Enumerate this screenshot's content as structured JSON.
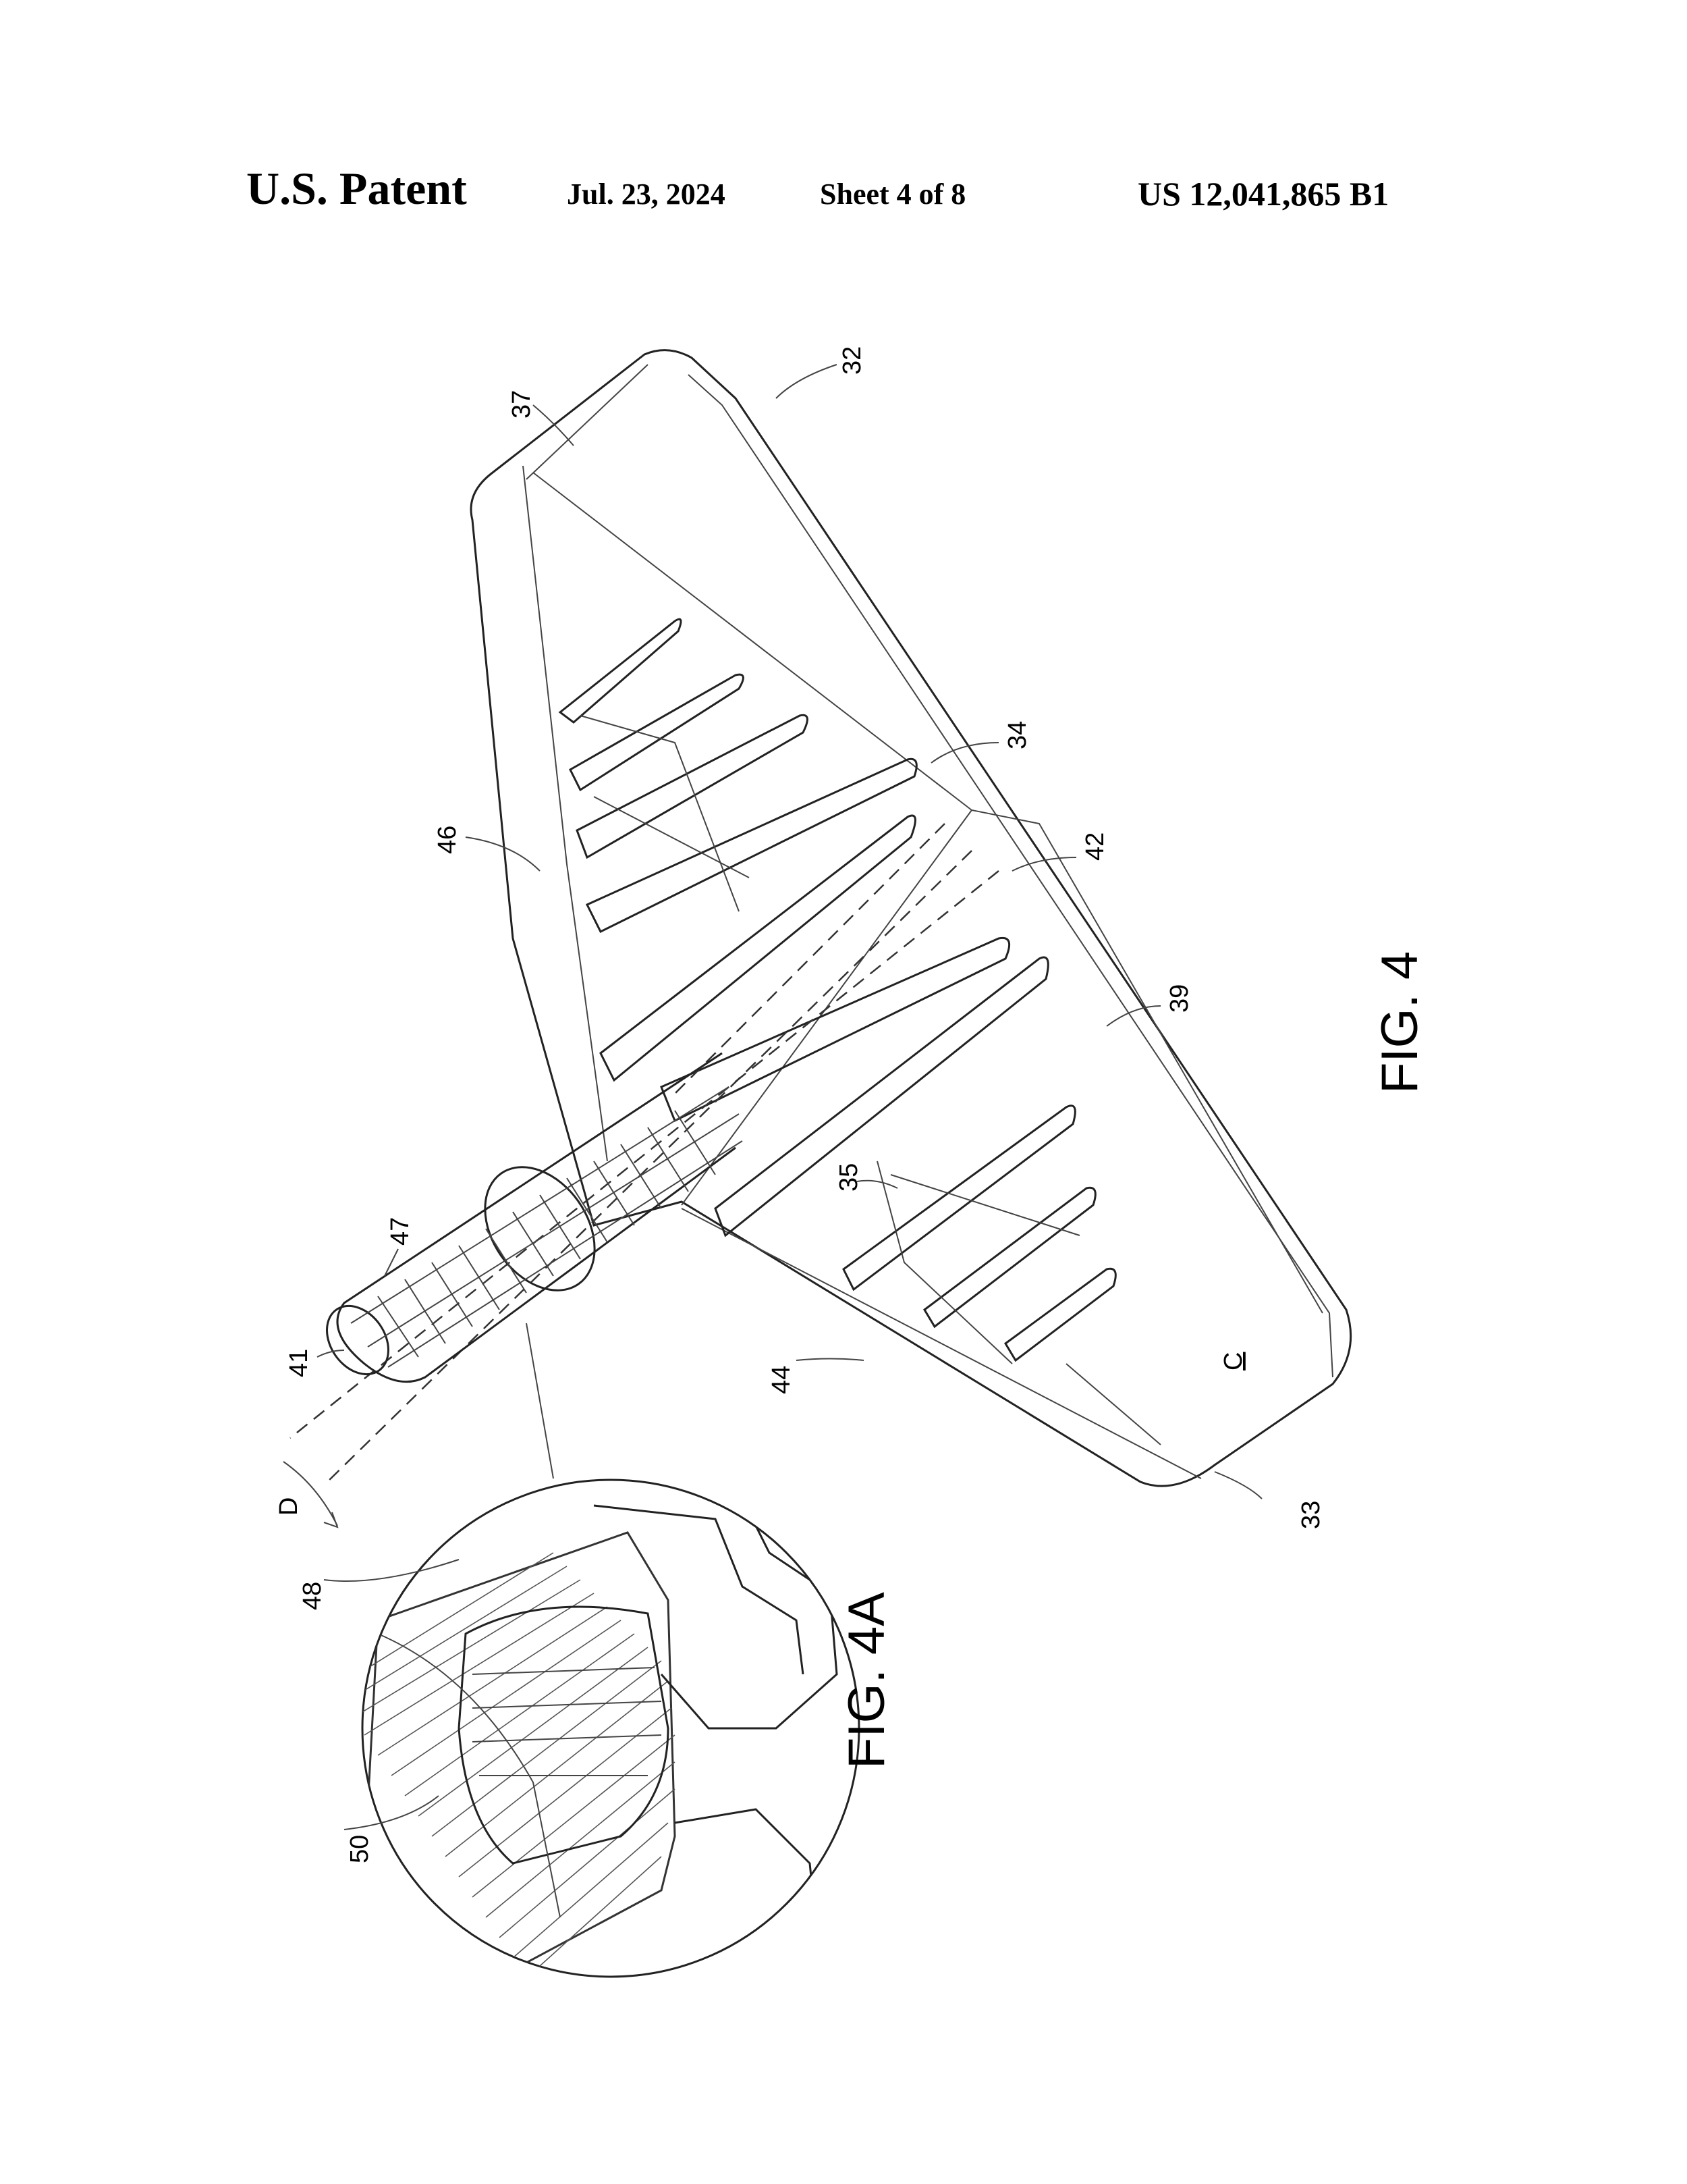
{
  "header": {
    "title": "U.S. Patent",
    "date": "Jul. 23, 2024",
    "sheet": "Sheet 4 of 8",
    "number": "US 12,041,865 B1"
  },
  "figures": {
    "fig4": "FIG. 4",
    "fig4a": "FIG. 4A"
  },
  "labels": {
    "r37": "37",
    "r32": "32",
    "r34": "34",
    "r42": "42",
    "r46": "46",
    "r39": "39",
    "r35": "35",
    "r47": "47",
    "r41": "41",
    "r44": "44",
    "rC": "C",
    "r33": "33",
    "rD": "D",
    "r48": "48",
    "r50": "50"
  }
}
